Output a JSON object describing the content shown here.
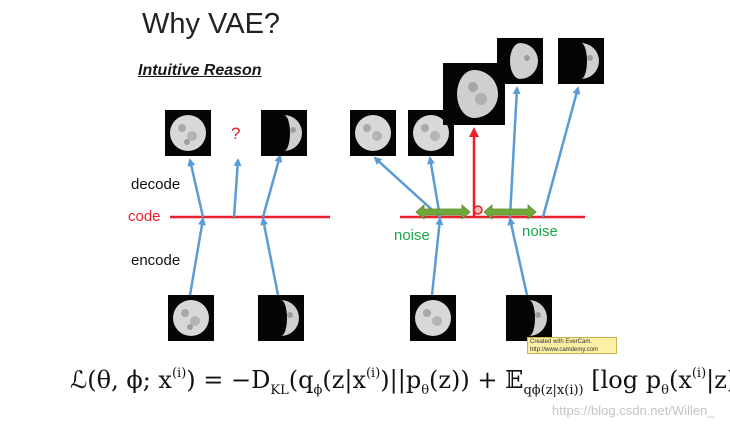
{
  "slide": {
    "title": "Why VAE?",
    "subtitle": "Intuitive Reason"
  },
  "labels": {
    "decode": "decode",
    "code": "code",
    "encode": "encode",
    "question": "?",
    "noise_left": "noise",
    "noise_right": "noise"
  },
  "badge": {
    "line1": "Created with EverCam.",
    "line2": "http://www.camdemy.com"
  },
  "formula": {
    "loss": "ℒ(θ, ϕ; x",
    "loss_sup": "(i)",
    "eq": ") = −D",
    "kl_sub": "KL",
    "kl_body": "(q",
    "q_sub": "ϕ",
    "kl_mid": "(z|x",
    "kl_sup": "(i)",
    "kl_end": ")||p",
    "p_sub": "θ",
    "kl_close": "(z)) + 𝔼",
    "e_sub": "qϕ(z|x(i))",
    "bracket_open": " [log p",
    "log_sub": "θ",
    "log_mid": "(x",
    "log_sup": "(i)",
    "log_end": "|z)]"
  },
  "watermark": "https://blog.csdn.net/Willen_",
  "colors": {
    "code_line": "#e8202b",
    "arrow_blue": "#5b9bd5",
    "noise_green": "#70a83a",
    "text_green": "#1aa84a",
    "question_red": "#e8202b"
  },
  "icons": {
    "full_moon": "full-moon-icon",
    "half_moon": "half-moon-icon",
    "gibbous_moon": "gibbous-moon-icon"
  }
}
